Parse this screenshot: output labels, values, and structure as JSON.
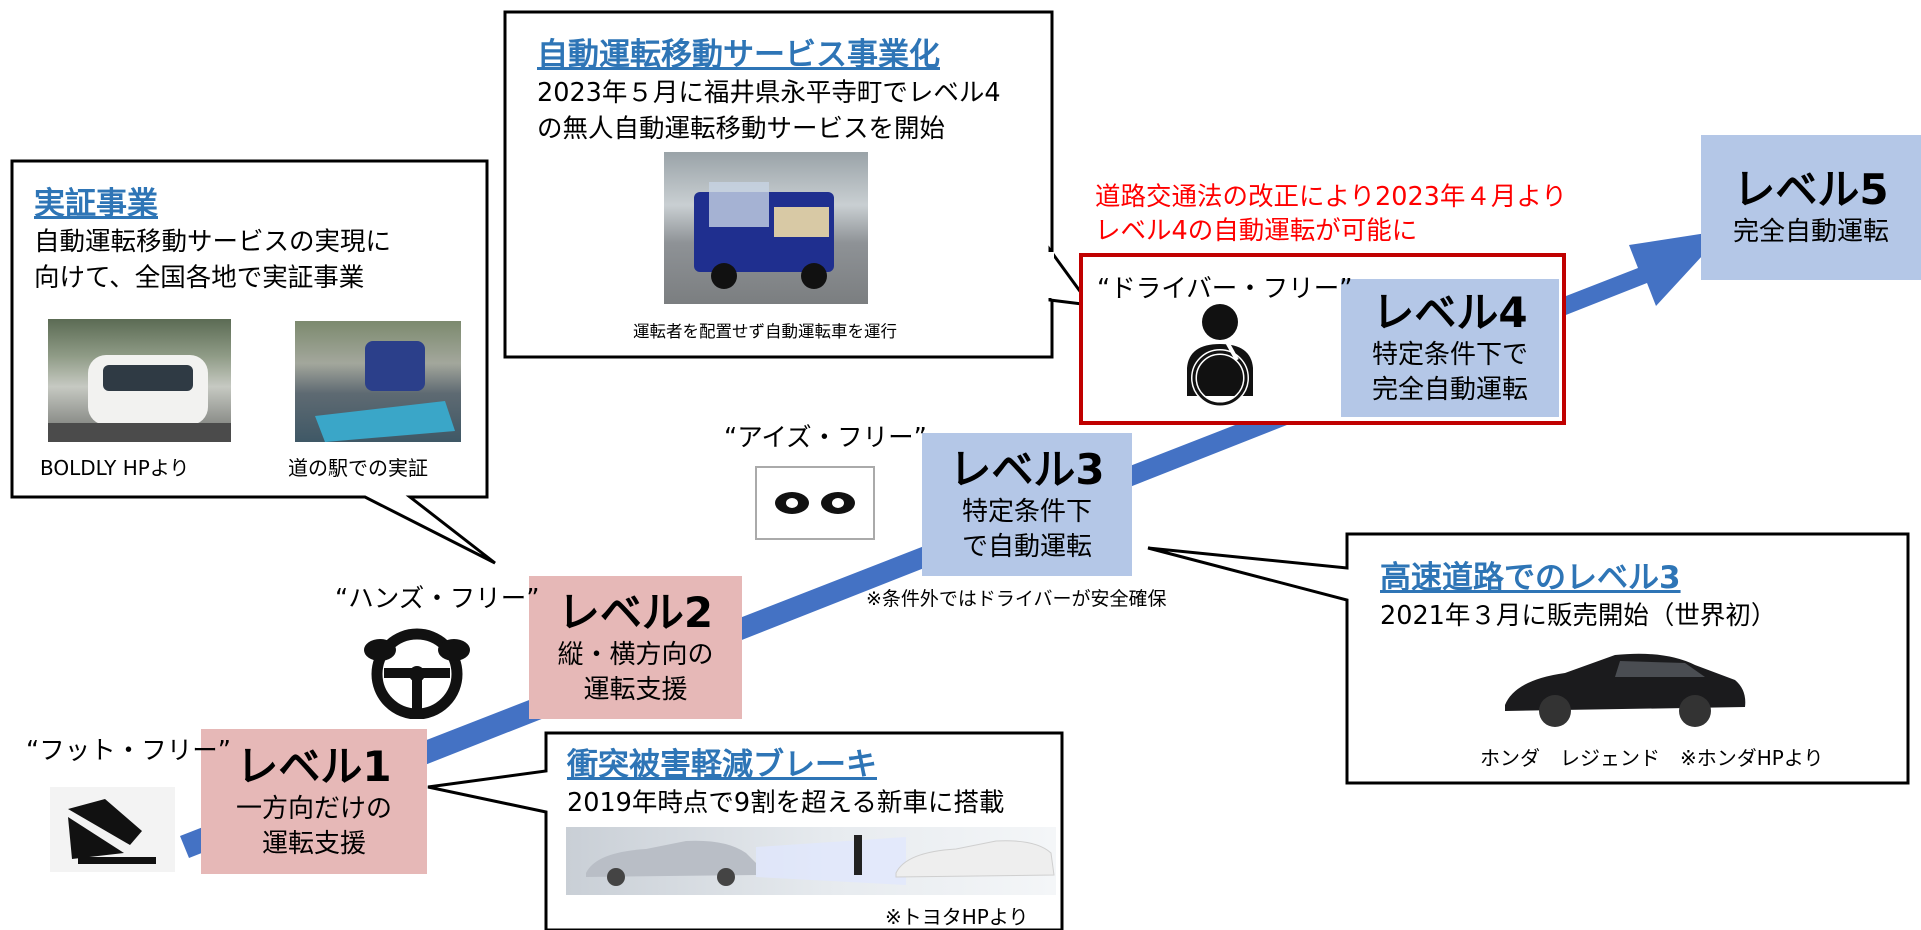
{
  "levels": [
    {
      "title": "レベル1",
      "desc": [
        "一方向だけの",
        "運転支援"
      ],
      "free": "“フット・フリー”"
    },
    {
      "title": "レベル2",
      "desc": [
        "縦・横方向の",
        "運転支援"
      ],
      "free": "“ハンズ・フリー”"
    },
    {
      "title": "レベル3",
      "desc": [
        "特定条件下",
        "で自動運転"
      ],
      "free": "“アイズ・フリー”",
      "note": "※条件外ではドライバーが安全確保"
    },
    {
      "title": "レベル4",
      "desc": [
        "特定条件下で",
        "完全自動運転"
      ],
      "free": "“ドライバー・フリー”"
    },
    {
      "title": "レベル5",
      "desc": [
        "完全自動運転"
      ]
    }
  ],
  "law_note": [
    "道路交通法の改正により2023年４月より",
    "レベル4の自動運転が可能に"
  ],
  "callouts": {
    "demo": {
      "title": "実証事業",
      "body": [
        "自動運転移動サービスの実現に",
        "向けて、全国各地で実証事業"
      ],
      "captions": [
        "BOLDLY  HPより",
        "道の駅での実証"
      ]
    },
    "service": {
      "title": "自動運転移動サービス事業化",
      "body": [
        "2023年５月に福井県永平寺町でレベル4",
        "の無人自動運転移動サービスを開始"
      ],
      "caption": "運転者を配置せず自動運転車を運行"
    },
    "highway": {
      "title": "高速道路でのレベル3",
      "body": [
        "2021年３月に販売開始（世界初）"
      ],
      "caption": "ホンダ　レジェンド　※ホンダHPより"
    },
    "brake": {
      "title": "衝突被害軽減ブレーキ",
      "body": [
        "2019年時点で9割を超える新車に搭載"
      ],
      "caption": "※トヨタHPより"
    }
  },
  "icons": [
    "foot-pedal-icon",
    "steering-wheel-hands-icon",
    "eyes-icon",
    "driver-seatbelt-icon"
  ],
  "colors": {
    "arrow": "#4472c4",
    "pink": "#e6b8b7",
    "blue": "#b4c7e7",
    "title_blue": "#2e75b6",
    "red_border": "#c00000",
    "red_text": "#ff0000"
  }
}
